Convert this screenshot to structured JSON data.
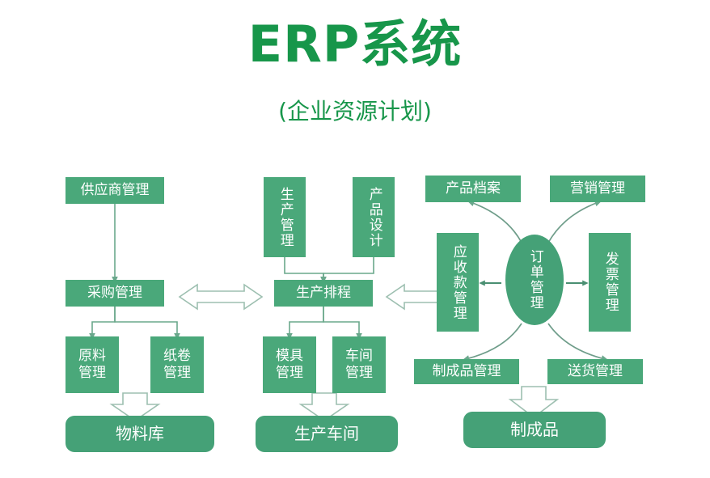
{
  "header": {
    "title": "ERP系统",
    "subtitle": "(企业资源计划)"
  },
  "colors": {
    "title_green": "#17964a",
    "box_fill": "#4aa87a",
    "store_fill": "#45a177",
    "box_text": "#ffffff",
    "connector": "#6aa88c",
    "background": "#ffffff"
  },
  "diagram": {
    "type": "flowchart",
    "columns": [
      {
        "name": "procurement-column",
        "nodes": [
          "供应商管理",
          "采购管理",
          "原料管理",
          "纸卷管理",
          "物料库"
        ]
      },
      {
        "name": "production-column",
        "nodes": [
          "生产管理",
          "产品设计",
          "生产排程",
          "模具管理",
          "车间管理",
          "生产车间"
        ]
      },
      {
        "name": "order-column",
        "nodes": [
          "产品档案",
          "营销管理",
          "应收款管理",
          "订单管理",
          "发票管理",
          "制成品管理",
          "送货管理",
          "制成品"
        ]
      }
    ],
    "nodes": {
      "supplier_mgmt": "供应商管理",
      "purchase_mgmt": "采购管理",
      "raw_material_mgmt_l1": "原料",
      "raw_material_mgmt_l2": "管理",
      "paper_roll_mgmt_l1": "纸卷",
      "paper_roll_mgmt_l2": "管理",
      "material_warehouse": "物料库",
      "production_mgmt": "生产管理",
      "product_design": "产品设计",
      "production_schedule": "生产排程",
      "mold_mgmt_l1": "模具",
      "mold_mgmt_l2": "管理",
      "workshop_mgmt_l1": "车间",
      "workshop_mgmt_l2": "管理",
      "production_workshop": "生产车间",
      "product_archive": "产品档案",
      "marketing_mgmt": "营销管理",
      "receivables_mgmt": "应收款管理",
      "order_mgmt": "订单管理",
      "invoice_mgmt": "发票管理",
      "finished_goods_mgmt": "制成品管理",
      "delivery_mgmt": "送货管理",
      "finished_goods": "制成品"
    },
    "connectors": [
      {
        "from": "供应商管理",
        "to": "采购管理",
        "style": "solid-arrow-down"
      },
      {
        "from": "采购管理",
        "to": "原料管理",
        "style": "solid-arrow-down"
      },
      {
        "from": "采购管理",
        "to": "纸卷管理",
        "style": "solid-arrow-down"
      },
      {
        "from": "原料管理/纸卷管理",
        "to": "物料库",
        "style": "hollow-block-arrow-down"
      },
      {
        "from": "生产管理",
        "to": "生产排程",
        "style": "solid-arrow-down"
      },
      {
        "from": "产品设计",
        "to": "生产排程",
        "style": "solid-arrow-down"
      },
      {
        "from": "生产排程",
        "to": "模具管理",
        "style": "solid-arrow-down"
      },
      {
        "from": "生产排程",
        "to": "车间管理",
        "style": "solid-arrow-down"
      },
      {
        "from": "模具管理/车间管理",
        "to": "生产车间",
        "style": "hollow-block-arrow-down"
      },
      {
        "from": "采购管理",
        "to": "生产排程",
        "style": "hollow-double-arrow-horizontal"
      },
      {
        "from": "生产排程",
        "to": "应收款管理",
        "style": "hollow-double-arrow-horizontal"
      },
      {
        "from": "订单管理",
        "to": "应收款管理",
        "style": "solid-arrow-left"
      },
      {
        "from": "订单管理",
        "to": "发票管理",
        "style": "solid-arrow-right"
      },
      {
        "from": "订单管理",
        "to": "产品档案",
        "style": "curved-arrow-up-left"
      },
      {
        "from": "订单管理",
        "to": "营销管理",
        "style": "curved-arrow-up-right"
      },
      {
        "from": "订单管理",
        "to": "制成品管理",
        "style": "curved-arrow-down-left"
      },
      {
        "from": "订单管理",
        "to": "送货管理",
        "style": "curved-arrow-down-right"
      },
      {
        "from": "制成品管理/送货管理",
        "to": "制成品",
        "style": "hollow-block-arrow-down"
      }
    ]
  }
}
